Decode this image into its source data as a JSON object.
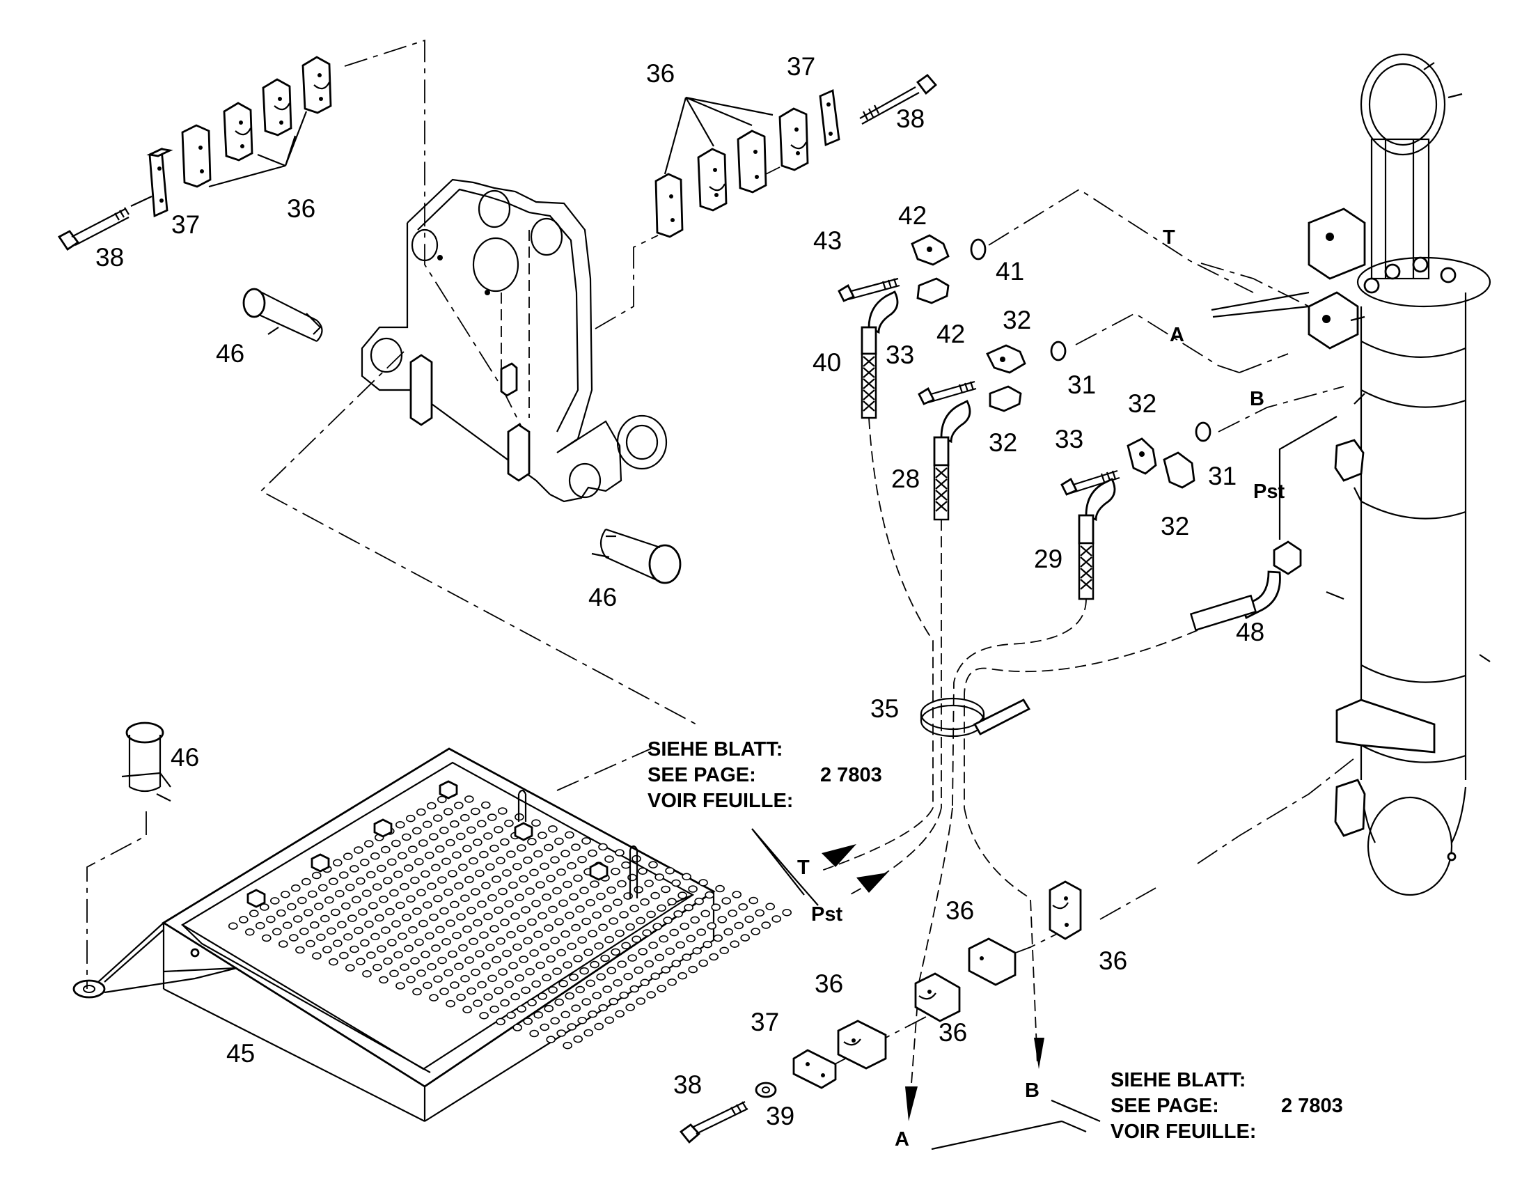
{
  "labels": {
    "n36_a": "36",
    "n37_a": "37",
    "n38_a": "38",
    "n36_b": "36",
    "n37_b": "37",
    "n38_b": "38",
    "n46_a": "46",
    "n46_b": "46",
    "n46_c": "46",
    "n43": "43",
    "n42_a": "42",
    "n41": "41",
    "n40": "40",
    "n33_a": "33",
    "n42_b": "42",
    "n32_a": "32",
    "n31_a": "31",
    "n28": "28",
    "n32_b": "32",
    "n33_b": "33",
    "n32_c": "32",
    "n31_b": "31",
    "n32_d": "32",
    "n29": "29",
    "n48": "48",
    "n35": "35",
    "n45": "45",
    "n36_c": "36",
    "n36_d": "36",
    "n36_e": "36",
    "n36_f": "36",
    "n37_c": "37",
    "n38_c": "38",
    "n39": "39"
  },
  "connectors": {
    "T_top": "T",
    "A_top": "A",
    "B_top": "B",
    "Pst_top": "Pst",
    "T_bottom": "T",
    "Pst_bottom": "Pst",
    "A_bottom": "A",
    "B_bottom": "B"
  },
  "references": [
    {
      "line1": "SIEHE BLATT:",
      "line2": "SEE PAGE:",
      "page": "2 7803",
      "line3": "VOIR FEUILLE:"
    },
    {
      "line1": "SIEHE BLATT:",
      "line2": "SEE PAGE:",
      "page": "2 7803",
      "line3": "VOIR FEUILLE:"
    }
  ]
}
